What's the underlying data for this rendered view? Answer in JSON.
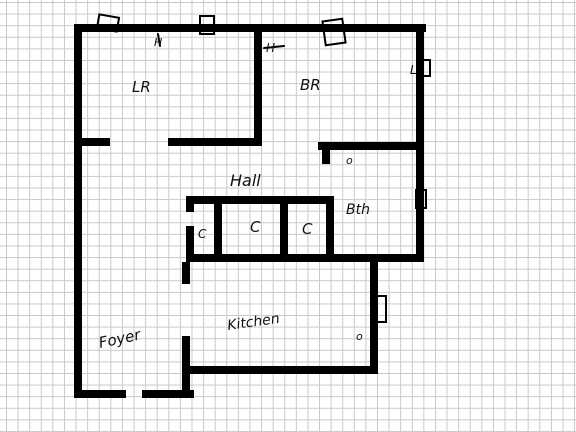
{
  "floorplan": {
    "rooms": {
      "living_room": "LR",
      "bedroom": "BR",
      "hall": "Hall",
      "bathroom": "Bth",
      "closet_a": "C",
      "closet_b": "C",
      "closet_c": "C",
      "foyer": "Foyer",
      "kitchen": "Kitchen"
    },
    "wall_notes": {
      "lr_top_window": "H",
      "br_top_window": "H",
      "br_right_window": "L"
    },
    "fixture_symbols": {
      "bath_fixture": "o",
      "kitchen_fixture": "o"
    }
  },
  "colors": {
    "ink": "#000000",
    "grid": "#c9c9c9",
    "paper": "#ffffff"
  }
}
